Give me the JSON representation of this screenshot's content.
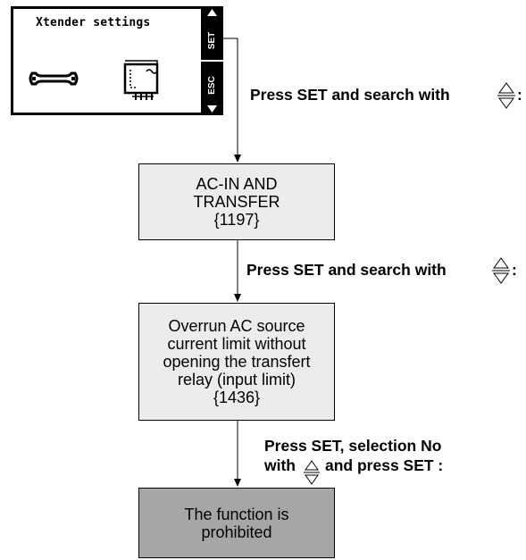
{
  "display": {
    "title": "Xtender settings",
    "set_label": "SET",
    "esc_label": "ESC",
    "icons": [
      "wrench-icon",
      "inverter-icon",
      "up-arrow-icon",
      "down-arrow-icon"
    ]
  },
  "steps": [
    {
      "instruction": "Press SET and search with",
      "suffix": ":"
    },
    {
      "instruction": "Press SET and search with",
      "suffix": ":"
    },
    {
      "instruction_line1": "Press SET, selection No",
      "instruction_line2_a": "with",
      "instruction_line2_b": "and press SET :"
    }
  ],
  "boxes": [
    {
      "line1": "AC-IN AND",
      "line2": "TRANSFER",
      "line3": "{1197}"
    },
    {
      "line1": "Overrun AC source",
      "line2": "current limit without",
      "line3": "opening the transfert",
      "line4": "relay (input limit)",
      "line5": "{1436}"
    },
    {
      "line1": "The function is",
      "line2": "prohibited"
    }
  ],
  "colors": {
    "box_light": "#ececec",
    "box_dark": "#a6a6a6",
    "line": "#000000"
  }
}
